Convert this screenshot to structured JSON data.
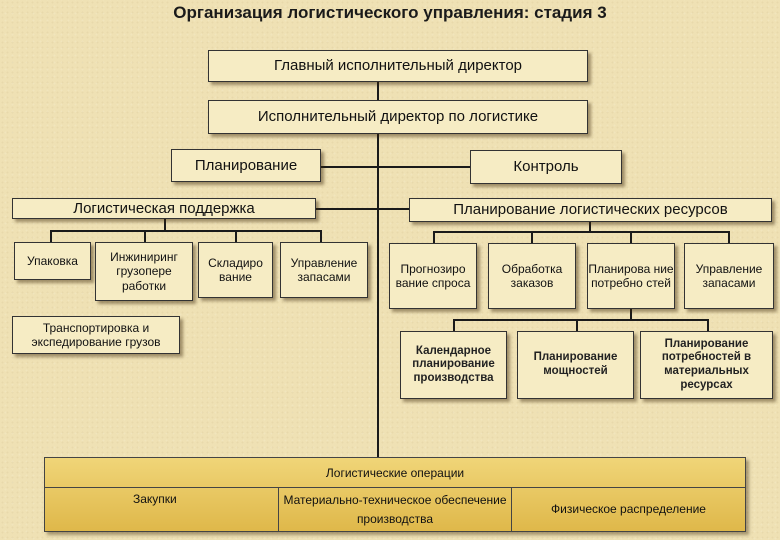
{
  "title": "Организация логистического управления: стадия 3",
  "top": {
    "ceo": "Главный исполнительный директор",
    "logistics_director": "Исполнительный директор по логистике",
    "planning": "Планирование",
    "control": "Контроль"
  },
  "support": {
    "header": "Логистическая поддержка",
    "items": [
      "Упаковка",
      "Инжиниринг грузопере работки",
      "Складиро вание",
      "Управление запасами"
    ],
    "transport": "Транспортировка и экспедирование грузов"
  },
  "resources": {
    "header": "Планирование логистических ресурсов",
    "items": [
      "Прогнозиро вание спроса",
      "Обработка заказов",
      "Планирова ние потребно стей",
      "Управление запасами"
    ],
    "sub_items": [
      "Календарное планирование производства",
      "Планирование мощностей",
      "Планирование потребностей в материальных ресурсах"
    ]
  },
  "operations": {
    "header": "Логистические операции",
    "cells": [
      "Закупки",
      "Материально-техническое обеспечение производства",
      "Физическое распределение"
    ]
  }
}
